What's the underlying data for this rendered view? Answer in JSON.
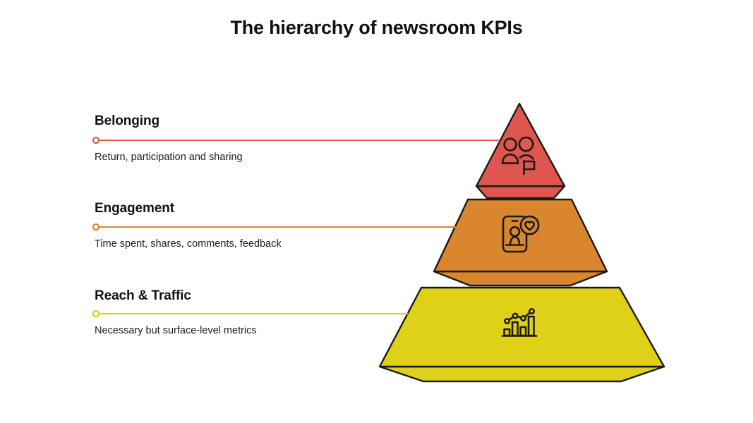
{
  "title": "The hierarchy of newsroom KPIs",
  "background_color": "#ffffff",
  "levels": [
    {
      "id": "belonging",
      "heading": "Belonging",
      "subtitle": "Return, participation and sharing",
      "color": "#E0564F",
      "connector_color": "#E0564F",
      "icon": "people-flag-icon",
      "shape": "triangle",
      "rank": 1
    },
    {
      "id": "engagement",
      "heading": "Engagement",
      "subtitle": "Time spent, shares, comments, feedback",
      "color": "#D9862F",
      "connector_color": "#D9862F",
      "icon": "phone-heart-icon",
      "shape": "trapezoid",
      "rank": 2
    },
    {
      "id": "reach",
      "heading": "Reach & Traffic",
      "subtitle": "Necessary but surface-level metrics",
      "color": "#DFD018",
      "connector_color": "#DFD018",
      "icon": "bar-chart-trend-icon",
      "shape": "trapezoid",
      "rank": 3
    }
  ],
  "stroke_color": "#1a1a1a"
}
